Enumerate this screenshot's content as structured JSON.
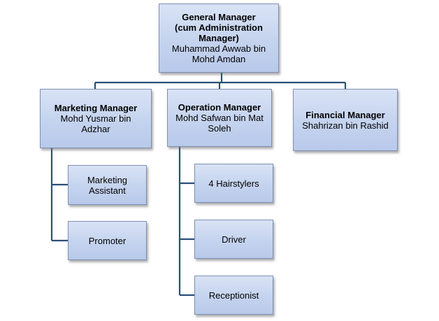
{
  "general_manager": {
    "title": "General Manager\n(cum Administration\nManager)",
    "person": "Muhammad Awwab bin\nMohd Amdan"
  },
  "marketing_manager": {
    "title": "Marketing Manager",
    "person": "Mohd Yusmar bin\nAdzhar"
  },
  "operation_manager": {
    "title": "Operation Manager",
    "person": "Mohd Safwan bin Mat\nSoleh"
  },
  "financial_manager": {
    "title": "Financial Manager",
    "person": "Shahrizan bin Rashid"
  },
  "marketing_staff": [
    {
      "label": "Marketing\nAssistant"
    },
    {
      "label": "Promoter"
    }
  ],
  "operation_staff": [
    {
      "label": "4 Hairstylers"
    },
    {
      "label": "Driver"
    },
    {
      "label": "Receptionist"
    }
  ]
}
